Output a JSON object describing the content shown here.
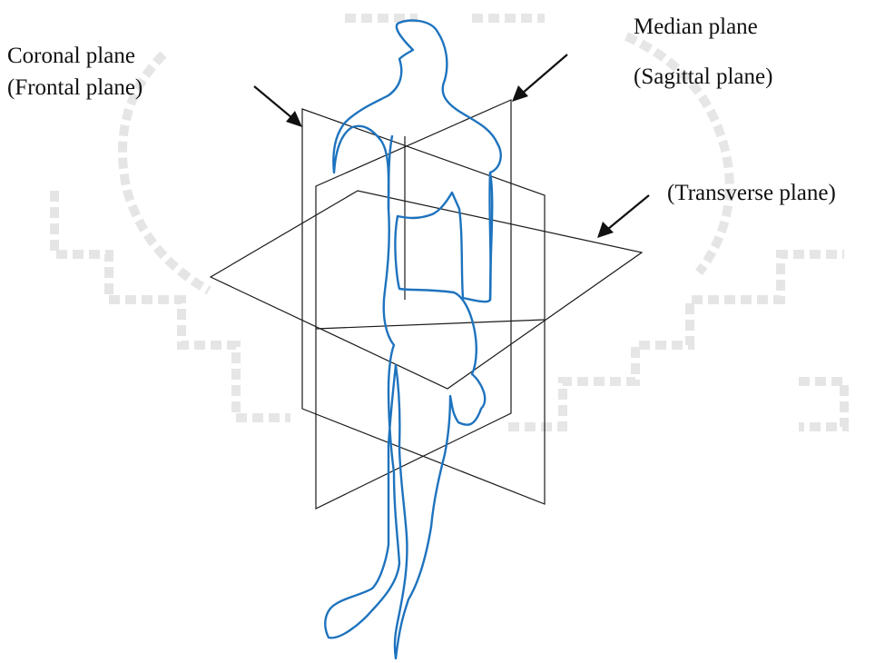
{
  "labels": {
    "coronal_line1": "Coronal plane",
    "coronal_line2": "(Frontal plane)",
    "median_line1": "Median plane",
    "median_line2": "(Sagittal plane)",
    "transverse": "(Transverse plane)"
  },
  "colors": {
    "body_outline": "#1e73be",
    "planes": "#1a1a1a",
    "arrows": "#111111",
    "watermark": "#e3e3e3"
  }
}
